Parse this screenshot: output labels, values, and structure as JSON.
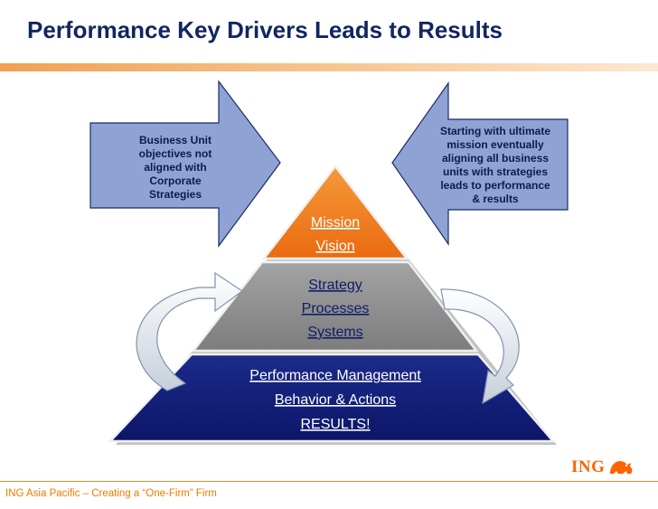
{
  "slide": {
    "title": "Performance Key Drivers Leads to Results"
  },
  "left_arrow": {
    "lines": [
      "Business Unit",
      "objectives not",
      "aligned with",
      "Corporate",
      "Strategies"
    ]
  },
  "right_arrow": {
    "lines": [
      "Starting with ultimate",
      "mission eventually",
      "aligning all business",
      "units with strategies",
      "leads to performance",
      "& results"
    ]
  },
  "pyramid": {
    "top_tier": [
      "Mission",
      "Vision"
    ],
    "middle_tier": [
      "Strategy",
      "Processes",
      "Systems"
    ],
    "bottom_tier": [
      "Performance Management",
      "Behavior & Actions",
      "RESULTS!"
    ]
  },
  "footer": {
    "text": "ING Asia Pacific – Creating a “One-Firm” Firm",
    "logo_text": "ING",
    "logo_icon": "lion-icon"
  },
  "colors": {
    "title": "#12265f",
    "accent_orange": "#ff6200",
    "arrow_fill": "#8ea3d4",
    "tier_top": "#f07818",
    "tier_middle": "#8c8c8c",
    "tier_bottom": "#121f78"
  }
}
